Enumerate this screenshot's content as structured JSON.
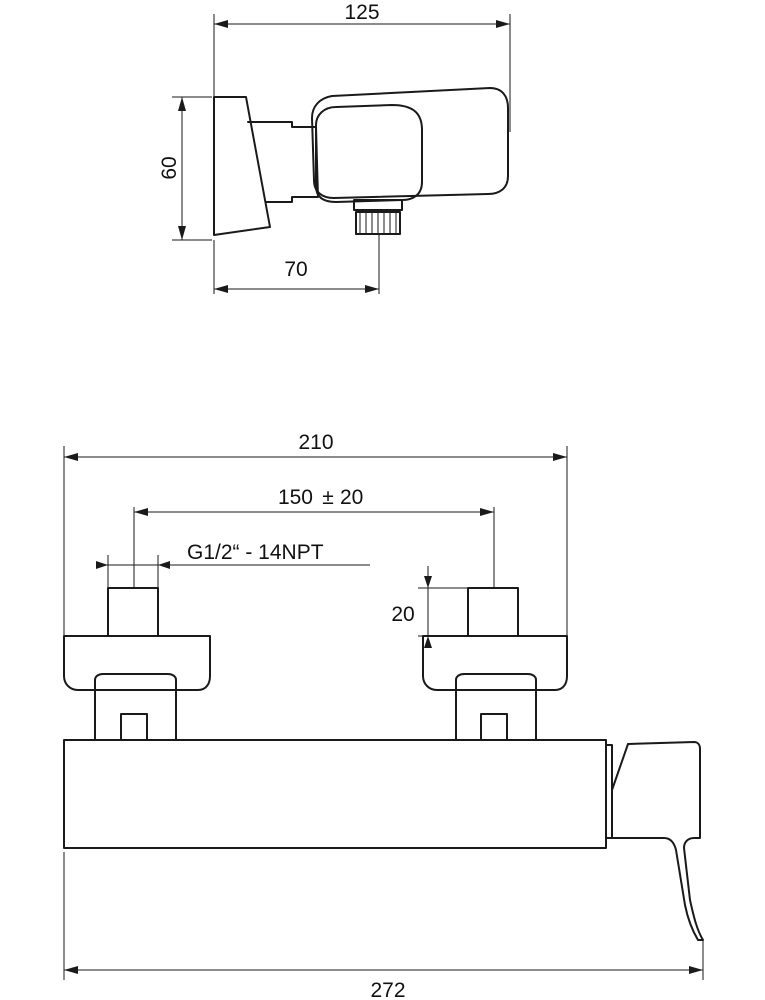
{
  "side_view": {
    "dim_width": "125",
    "dim_height": "60",
    "dim_depth": "70"
  },
  "front_view": {
    "dim_connection_width": "210",
    "dim_spacing_value": "150",
    "dim_spacing_tolerance_sign": "±",
    "dim_spacing_tolerance": "20",
    "thread_label": "G1/2“ - 14NPT",
    "dim_thread_length": "20",
    "dim_total_length": "272"
  }
}
